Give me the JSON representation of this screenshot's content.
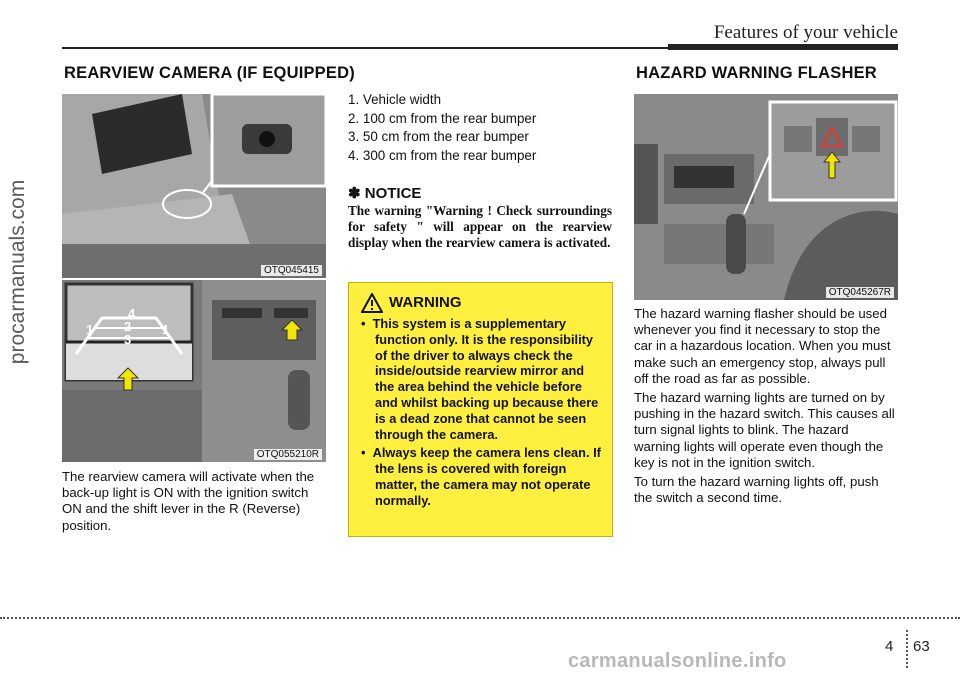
{
  "header": {
    "title": "Features of your vehicle"
  },
  "left": {
    "section_title": "REARVIEW CAMERA (IF EQUIPPED)",
    "image1_caption": "OTQ045415",
    "image2_caption": "OTQ055210R",
    "image2_labels": [
      "1",
      "2",
      "3",
      "4",
      "1"
    ],
    "body": "The rearview camera will activate when the back-up light is ON with the ignition switch ON and the shift lever in the R (Reverse) position."
  },
  "middle": {
    "list": [
      "1. Vehicle width",
      "2. 100 cm from the rear bumper",
      "3. 50 cm from the rear bumper",
      "4. 300 cm from the rear bumper"
    ],
    "notice_title": "✽ NOTICE",
    "notice_body": "The warning \"Warning ! Check surroundings for safety \" will appear on the rearview display when the rearview camera is activated.",
    "warning_title": "WARNING",
    "warning_items": [
      "This system is a supplementary function only. It is the responsibility of the driver to always check the inside/outside rearview mirror and the area behind the vehicle before and whilst backing up because there is a dead zone that cannot be seen through the camera.",
      "Always keep the camera lens clean. If the lens is covered with foreign matter, the camera may not operate normally."
    ]
  },
  "right": {
    "section_title": "HAZARD WARNING FLASHER",
    "image_caption": "OTQ045267R",
    "paragraphs": [
      "The hazard warning flasher should be used whenever you find it necessary to stop the car in a hazardous location. When you must make such an emergency stop, always pull off the road as far as possible.",
      "The hazard warning lights are turned on by pushing in the hazard switch. This causes all turn signal lights to blink. The hazard warning lights will operate even though the key is not in the ignition switch.",
      "To turn the hazard warning lights off, push the switch a second time."
    ]
  },
  "footer": {
    "chapter": "4",
    "page": "63"
  },
  "watermarks": {
    "side": "procarmanuals.com",
    "bottom": "carmanualsonline.info"
  },
  "colors": {
    "warning_bg": "#fff03f",
    "photo_gray": "#7a7a7a",
    "arrow_yellow": "#f2e600"
  }
}
